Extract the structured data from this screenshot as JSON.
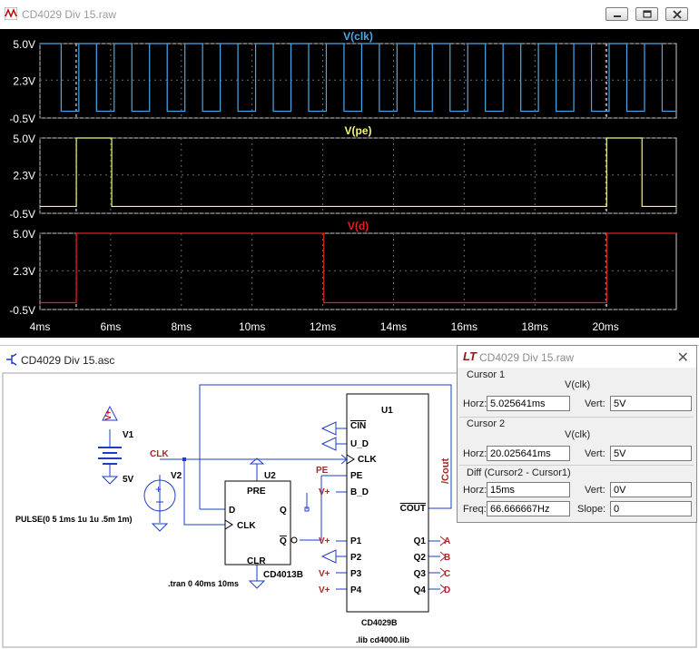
{
  "wave_window": {
    "title": "CD4029 Div 15.raw",
    "buttons": [
      "minimize",
      "maximize",
      "close"
    ]
  },
  "colors": {
    "clk": "#4aa8e8",
    "pe": "#f5f57a",
    "d": "#e02020",
    "label_red": "#a52a2a",
    "wire_blue": "#1e3cc8"
  },
  "chart_data": [
    {
      "type": "line",
      "title": "V(clk)",
      "y_ticks": [
        "5.0V",
        "2.3V",
        "-0.5V"
      ],
      "ylim": [
        -0.5,
        5.0
      ],
      "xlim": [
        4,
        22
      ],
      "series": [
        {
          "name": "V(clk)",
          "x": [
            4,
            4.6,
            4.6,
            5.1,
            5.1,
            5.6,
            5.6,
            6.1,
            6.1,
            6.6,
            6.6,
            7.1,
            7.1,
            7.6,
            7.6,
            8.1,
            8.1,
            8.6,
            8.6,
            9.1,
            9.1,
            9.6,
            9.6,
            10.1,
            10.1,
            10.6,
            10.6,
            11.1,
            11.1,
            11.6,
            11.6,
            12.1,
            12.1,
            12.6,
            12.6,
            13.1,
            13.1,
            13.6,
            13.6,
            14.1,
            14.1,
            14.6,
            14.6,
            15.1,
            15.1,
            15.6,
            15.6,
            16.1,
            16.1,
            16.6,
            16.6,
            17.1,
            17.1,
            17.6,
            17.6,
            18.1,
            18.1,
            18.6,
            18.6,
            19.1,
            19.1,
            19.6,
            19.6,
            20.1,
            20.1,
            20.6,
            20.6,
            21.1,
            21.1,
            21.6,
            21.6,
            22
          ],
          "y": [
            5,
            5,
            0,
            0,
            5,
            5,
            0,
            0,
            5,
            5,
            0,
            0,
            5,
            5,
            0,
            0,
            5,
            5,
            0,
            0,
            5,
            5,
            0,
            0,
            5,
            5,
            0,
            0,
            5,
            5,
            0,
            0,
            5,
            5,
            0,
            0,
            5,
            5,
            0,
            0,
            5,
            5,
            0,
            0,
            5,
            5,
            0,
            0,
            5,
            5,
            0,
            0,
            5,
            5,
            0,
            0,
            5,
            5,
            0,
            0,
            5,
            5,
            0,
            0,
            5,
            5,
            0,
            0,
            5,
            5,
            0,
            0
          ]
        }
      ]
    },
    {
      "type": "line",
      "title": "V(pe)",
      "y_ticks": [
        "5.0V",
        "2.3V",
        "-0.5V"
      ],
      "ylim": [
        -0.5,
        5.0
      ],
      "xlim": [
        4,
        22
      ],
      "series": [
        {
          "name": "V(pe)",
          "x": [
            4,
            5.03,
            5.03,
            6.03,
            6.03,
            20.03,
            20.03,
            21.03,
            21.03,
            22
          ],
          "y": [
            0,
            0,
            5,
            5,
            0,
            0,
            5,
            5,
            0,
            0
          ]
        }
      ]
    },
    {
      "type": "line",
      "title": "V(d)",
      "y_ticks": [
        "5.0V",
        "2.3V",
        "-0.5V"
      ],
      "ylim": [
        -0.5,
        5.0
      ],
      "xlim": [
        4,
        22
      ],
      "x_ticks": [
        "4ms",
        "6ms",
        "8ms",
        "10ms",
        "12ms",
        "14ms",
        "16ms",
        "18ms",
        "20ms"
      ],
      "x_tick_values": [
        4,
        6,
        8,
        10,
        12,
        14,
        16,
        18,
        20
      ],
      "series": [
        {
          "name": "V(d)",
          "x": [
            4,
            5.03,
            5.03,
            12.03,
            12.03,
            20.03,
            20.03,
            22
          ],
          "y": [
            0,
            0,
            5,
            5,
            0,
            0,
            5,
            5
          ]
        }
      ]
    }
  ],
  "cursor_lines_ms": [
    5.025641,
    20.025641
  ],
  "schematic_window": {
    "title": "CD4029 Div 15.asc"
  },
  "schematic": {
    "v_plus": "V+",
    "v1": "V1",
    "v1_value": "5V",
    "v2": "V2",
    "v2_value": "PULSE(0 5 1ms 1u 1u .5m 1m)",
    "clk_net": "CLK",
    "pe_net": "PE",
    "cout_net": "/Cout",
    "tran": ".tran 0 40ms 10ms",
    "lib": ".lib cd4000.lib",
    "u2": "U2",
    "u2_part": "CD4013B",
    "u2_pins": {
      "pre": "PRE",
      "d": "D",
      "clk": "CLK",
      "q": "Q",
      "qbar": "Q",
      "clr": "CLR"
    },
    "u1": "U1",
    "u1_part": "CD4029B",
    "u1_left_pins": [
      "CIN",
      "U_D",
      "CLK",
      "PE",
      "B_D",
      "P1",
      "P2",
      "P3",
      "P4"
    ],
    "u1_right_pins": [
      "COUT",
      "Q1",
      "Q2",
      "Q3",
      "Q4"
    ],
    "outputs": [
      "A",
      "B",
      "C",
      "D"
    ],
    "vplus_labels": [
      "V+",
      "V+",
      "V+",
      "V+"
    ]
  },
  "cursor_dialog": {
    "title": "CD4029 Div 15.raw",
    "cursor1": {
      "heading": "Cursor 1",
      "trace": "V(clk)",
      "horz_label": "Horz:",
      "horz": "5.025641ms",
      "vert_label": "Vert:",
      "vert": "5V"
    },
    "cursor2": {
      "heading": "Cursor 2",
      "trace": "V(clk)",
      "horz_label": "Horz:",
      "horz": "20.025641ms",
      "vert_label": "Vert:",
      "vert": "5V"
    },
    "diff": {
      "heading": "Diff (Cursor2 - Cursor1)",
      "horz_label": "Horz:",
      "horz": "15ms",
      "vert_label": "Vert:",
      "vert": "0V",
      "freq_label": "Freq:",
      "freq": "66.666667Hz",
      "slope_label": "Slope:",
      "slope": "0"
    }
  }
}
